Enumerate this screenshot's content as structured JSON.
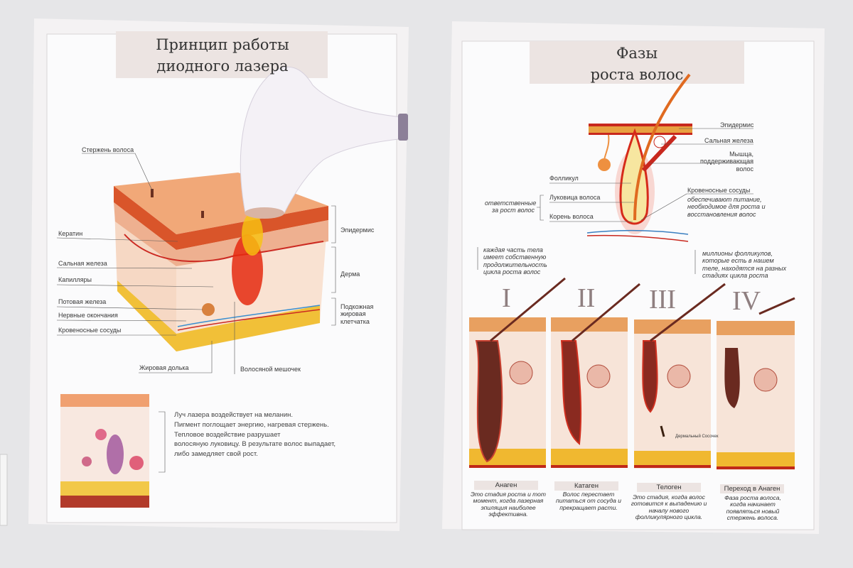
{
  "left_poster": {
    "title_line1": "Принцип работы",
    "title_line2": "диодного лазера",
    "labels": {
      "hair_shaft": "Стержень волоса",
      "keratin": "Кератин",
      "sebaceous_gland": "Сальная железа",
      "capillaries": "Капилляры",
      "sweat_gland": "Потовая железа",
      "nerve_endings": "Нервные окончания",
      "blood_vessels": "Кровеносные сосуды",
      "epidermis": "Эпидермис",
      "dermis": "Дерма",
      "subcutaneous_fat": "Подкожная жировая клетчатка",
      "fat_lobule": "Жировая долька",
      "hair_follicle": "Волосяной мешочек"
    },
    "description": [
      "Луч лазера воздействует на меланин.",
      "Пигмент поглощает энергию, нагревая стержень.",
      "Тепловое воздействие разрушает",
      "волосяную луковицу. В результате волос выпадает,",
      "либо замедляет свой рост."
    ]
  },
  "right_poster": {
    "title_line1": "Фазы",
    "title_line2": "роста волос",
    "labels": {
      "epidermis": "Эпидермис",
      "sebaceous_gland": "Сальная железа",
      "muscle": "Мышца, поддерживающая волос",
      "follicle": "Фолликул",
      "bulb": "Луковица волоса",
      "root": "Корень волоса",
      "responsible": "ответственные за рост волос",
      "blood_vessels": "Кровеносные сосуды",
      "blood_vessels_desc": "обеспечивают питание, необходимое для роста и восстановления волос",
      "note_left": "каждая часть тела имеет собственную продолжительность цикла роста волос",
      "note_right": "миллионы фолликулов, которые есть в нашем теле, находятся на разных стадиях цикла роста",
      "dermal_papilla": "Дермальный Сосочек"
    },
    "phases": [
      {
        "numeral": "I",
        "name": "Анаген",
        "desc": "Это стадия роста и тот момент, когда лазерная эпиляция наиболее эффективна."
      },
      {
        "numeral": "II",
        "name": "Катаген",
        "desc": "Волос перестает питаться от сосуда и прекращает расти."
      },
      {
        "numeral": "III",
        "name": "Телоген",
        "desc": "Это стадия, когда волос готовится к выпадению и началу нового фолликулярного цикла."
      },
      {
        "numeral": "IV",
        "name": "Переход в Анаген",
        "desc": "Фаза роста волоса, когда начинает появляться новый стержень волоса."
      }
    ]
  },
  "colors": {
    "wall": "#e6e6e8",
    "poster": "#f7f6f7",
    "title_box": "#ece4e2",
    "skin": "#f0a070",
    "blood": "#d4201a",
    "fat": "#f2c040"
  }
}
